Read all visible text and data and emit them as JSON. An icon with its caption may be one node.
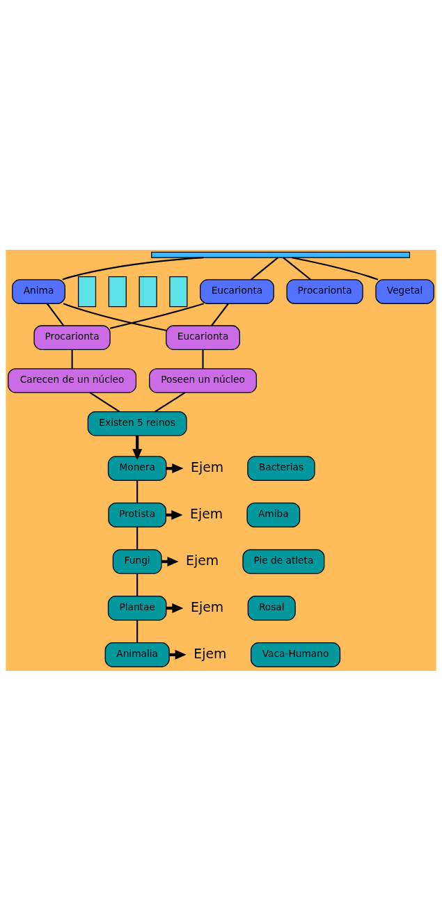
{
  "diagram": {
    "nodes": [
      {
        "text": [],
        "shape": "bar"
      },
      {
        "text": [
          "Eucarionta"
        ]
      },
      {
        "text": [
          "Procarionta"
        ]
      },
      {
        "text": [
          "Vegetal"
        ]
      },
      {
        "text": [
          "Anima"
        ]
      },
      {
        "text": [
          "Procarionta"
        ]
      },
      {
        "text": [
          "Eucarionta"
        ]
      },
      {
        "text": [
          "Carecen de un núcleo"
        ]
      },
      {
        "text": [
          "Poseen un núcleo"
        ]
      },
      {
        "text": [
          "Existen 5 reinos"
        ]
      },
      {
        "text": [
          "Monera"
        ]
      },
      {
        "text": [
          "Protista"
        ]
      },
      {
        "text": [
          "Fungi"
        ]
      },
      {
        "text": [
          "Plantae"
        ]
      },
      {
        "text": [
          "Animalia"
        ]
      },
      {
        "text": [
          "Ejem"
        ]
      },
      {
        "text": [
          "Bacterias"
        ]
      },
      {
        "text": [
          "Ejem"
        ]
      },
      {
        "text": [
          "Amiba"
        ]
      },
      {
        "text": [
          "Ejem"
        ]
      },
      {
        "text": [
          "Pie de atleta"
        ]
      },
      {
        "text": [
          "Ejem"
        ]
      },
      {
        "text": [
          "Rosal"
        ]
      },
      {
        "text": [
          "Ejem"
        ]
      },
      {
        "text": [
          "Vaca-Humano"
        ]
      },
      {
        "text": [],
        "shape": "box"
      },
      {
        "text": [],
        "shape": "box"
      },
      {
        "text": [],
        "shape": "box"
      },
      {
        "text": [],
        "shape": "box"
      }
    ],
    "edges": [
      {
        "from": 0,
        "to": 1,
        "arrow": "none"
      },
      {
        "from": 0,
        "to": 2,
        "arrow": "none"
      },
      {
        "from": 0,
        "to": 3,
        "arrow": "none"
      },
      {
        "from": 0,
        "to": 4,
        "arrow": "none"
      },
      {
        "from": 1,
        "to": 5,
        "arrow": "none"
      },
      {
        "from": 1,
        "to": 6,
        "arrow": "none"
      },
      {
        "from": 4,
        "to": 5,
        "arrow": "none"
      },
      {
        "from": 4,
        "to": 6,
        "arrow": "none"
      },
      {
        "from": 5,
        "to": 7,
        "arrow": "none"
      },
      {
        "from": 6,
        "to": 8,
        "arrow": "none"
      },
      {
        "from": 7,
        "to": 9,
        "arrow": "none"
      },
      {
        "from": 8,
        "to": 9,
        "arrow": "none"
      },
      {
        "from": 9,
        "to": 10,
        "arrow": "to",
        "style": "thick"
      },
      {
        "from": 10,
        "to": 11,
        "arrow": "none"
      },
      {
        "from": 11,
        "to": 12,
        "arrow": "none"
      },
      {
        "from": 12,
        "to": 13,
        "arrow": "none"
      },
      {
        "from": 13,
        "to": 14,
        "arrow": "none"
      },
      {
        "from": 10,
        "to": 15,
        "arrow": "to",
        "style": "thick"
      },
      {
        "from": 11,
        "to": 17,
        "arrow": "to",
        "style": "thick"
      },
      {
        "from": 12,
        "to": 19,
        "arrow": "to",
        "style": "thick"
      },
      {
        "from": 13,
        "to": 21,
        "arrow": "to",
        "style": "thick"
      },
      {
        "from": 14,
        "to": 23,
        "arrow": "to",
        "style": "thick"
      }
    ]
  }
}
